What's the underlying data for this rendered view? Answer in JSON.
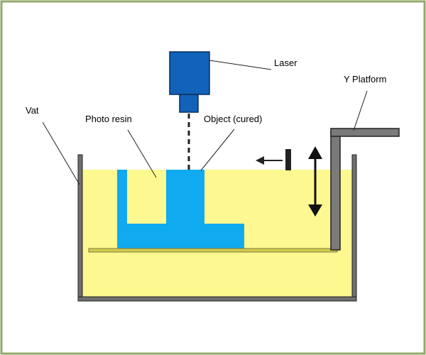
{
  "labels": {
    "laser": "Laser",
    "y_platform": "Y Platform",
    "vat": "Vat",
    "photo_resin": "Photo resin",
    "object": "Object (cured)"
  },
  "colors": {
    "frame": "#93a86a",
    "background": "#ffffff",
    "resin": "#fdf88f",
    "object": "#10aaf0",
    "laser_body": "#1162b8",
    "platform": "#d4cb4a",
    "vat_wall": "#6f6f6f",
    "y_platform_arm": "#7a7a7a",
    "outline": "#222222"
  }
}
